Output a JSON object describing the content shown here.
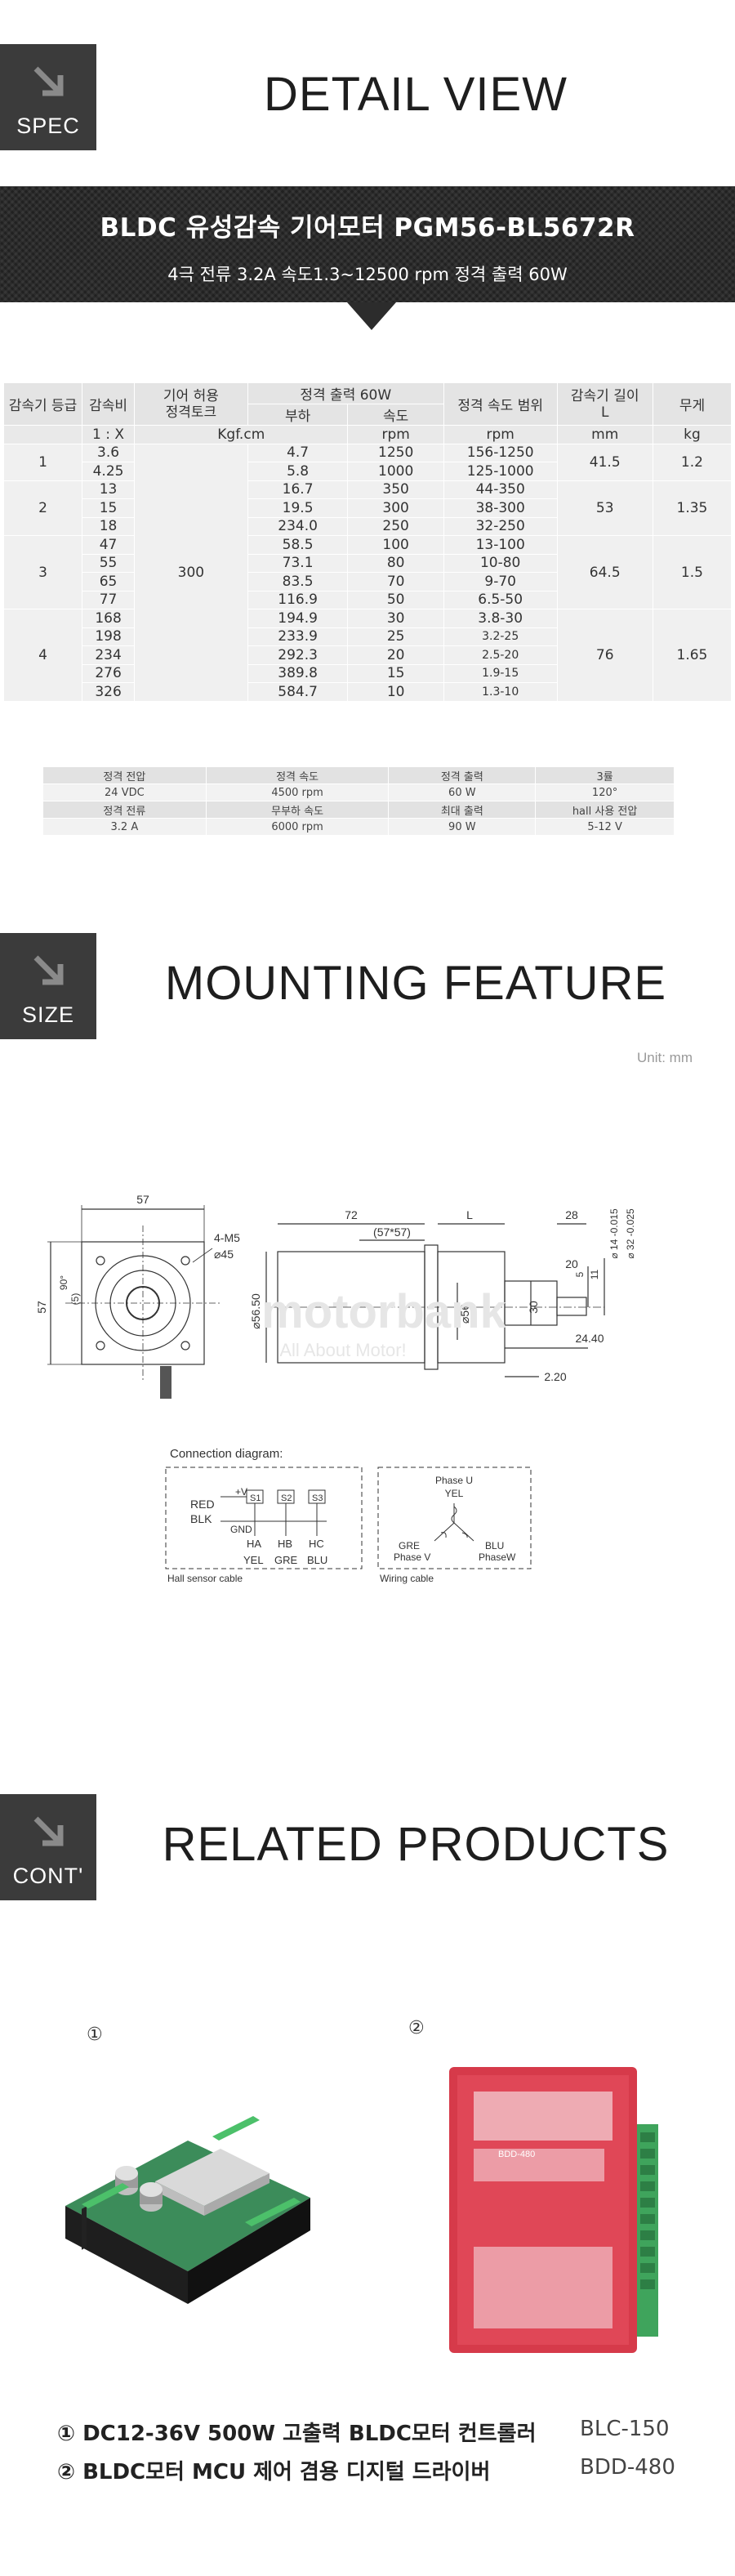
{
  "sections": {
    "spec": {
      "badge": "SPEC",
      "title": "DETAIL VIEW"
    },
    "size": {
      "badge": "SIZE",
      "title": "MOUNTING FEATURE"
    },
    "cont": {
      "badge": "CONT'",
      "title": "RELATED PRODUCTS"
    }
  },
  "banner": {
    "title": "BLDC  유성감속 기어모터 PGM56-BL5672R",
    "subtitle": "4극   전류 3.2A    속도1.3~12500 rpm  정격 출력 60W"
  },
  "spec_table": {
    "h_grade": "감속기 등급",
    "h_ratio": "감속비",
    "h_torque_line1": "기어 허용",
    "h_torque_line2": "정격토크",
    "h_rated": "정격 출력 60W",
    "h_load": "부하",
    "h_speed": "속도",
    "h_range": "정격 속도 범위",
    "h_length_line1": "감속기 길이",
    "h_length_line2": "L",
    "h_weight": "무게",
    "u_ratio": "1 : X",
    "u_torque": "Kgf.cm",
    "u_speed": "rpm",
    "u_range": "rpm",
    "u_length": "mm",
    "u_weight": "kg",
    "allowed_torque": "300",
    "groups": [
      {
        "grade": "1",
        "length": "41.5",
        "weight": "1.2",
        "rows": [
          {
            "ratio": "3.6",
            "load": "4.7",
            "speed": "1250",
            "range": "156-1250"
          },
          {
            "ratio": "4.25",
            "load": "5.8",
            "speed": "1000",
            "range": "125-1000"
          }
        ]
      },
      {
        "grade": "2",
        "length": "53",
        "weight": "1.35",
        "rows": [
          {
            "ratio": "13",
            "load": "16.7",
            "speed": "350",
            "range": "44-350"
          },
          {
            "ratio": "15",
            "load": "19.5",
            "speed": "300",
            "range": "38-300"
          },
          {
            "ratio": "18",
            "load": "234.0",
            "speed": "250",
            "range": "32-250"
          }
        ]
      },
      {
        "grade": "3",
        "length": "64.5",
        "weight": "1.5",
        "rows": [
          {
            "ratio": "47",
            "load": "58.5",
            "speed": "100",
            "range": "13-100"
          },
          {
            "ratio": "55",
            "load": "73.1",
            "speed": "80",
            "range": "10-80"
          },
          {
            "ratio": "65",
            "load": "83.5",
            "speed": "70",
            "range": "9-70"
          },
          {
            "ratio": "77",
            "load": "116.9",
            "speed": "50",
            "range": "6.5-50"
          }
        ]
      },
      {
        "grade": "4",
        "length": "76",
        "weight": "1.65",
        "rows": [
          {
            "ratio": "168",
            "load": "194.9",
            "speed": "30",
            "range": "3.8-30"
          },
          {
            "ratio": "198",
            "load": "233.9",
            "speed": "25",
            "range": "3.2-25"
          },
          {
            "ratio": "234",
            "load": "292.3",
            "speed": "20",
            "range": "2.5-20"
          },
          {
            "ratio": "276",
            "load": "389.8",
            "speed": "15",
            "range": "1.9-15"
          },
          {
            "ratio": "326",
            "load": "584.7",
            "speed": "10",
            "range": "1.3-10"
          }
        ]
      }
    ]
  },
  "rated_table": {
    "r1": [
      "정격 전압",
      "정격 속도",
      "정격 출력",
      "3률"
    ],
    "r2": [
      "24 VDC",
      "4500 rpm",
      "60 W",
      "120°"
    ],
    "r3": [
      "정격 전류",
      "무부하 속도",
      "최대 출력",
      "hall 사용 전압"
    ],
    "r4": [
      "3.2 A",
      "6000 rpm",
      "90 W",
      "5-12 V"
    ]
  },
  "unit_label": "Unit: mm",
  "drawing": {
    "d57": "57",
    "d57v": "57",
    "d90": "90°",
    "d5": "(5)",
    "m5": "4-M5",
    "phi45": "⌀45",
    "phi5650": "⌀56.50",
    "d72": "72",
    "dL": "L",
    "d28": "28",
    "d5757": "(57*57)",
    "d20": "20",
    "phi56": "⌀56",
    "d30": "30",
    "d5b": "5",
    "d11": "11",
    "phi14": "⌀ 14 -0.015",
    "phi32": "⌀ 32 -0.025",
    "d2440": "24.40",
    "d220": "2.20",
    "watermark": "motorbank",
    "watermark_sub": "All About Motor!",
    "conn_title": "Connection diagram:",
    "plus_v": "+V",
    "red": "RED",
    "blk": "BLK",
    "gnd": "GND",
    "s1": "S1",
    "s2": "S2",
    "s3": "S3",
    "ha": "HA",
    "hb": "HB",
    "hc": "HC",
    "yel": "YEL",
    "gre": "GRE",
    "blu": "BLU",
    "hall_cable": "Hall sensor cable",
    "phase_u": "Phase U",
    "phase_u_col": "YEL",
    "phase_v_col": "GRE",
    "phase_v": "Phase V",
    "phase_w_col": "BLU",
    "phase_w": "PhaseW",
    "wiring_cable": "Wiring cable"
  },
  "products": {
    "n1": "①",
    "n2": "②",
    "board_text": "BDD-480",
    "captions": [
      {
        "text": "① DC12-36V 500W 고출력 BLDC모터 컨트롤러",
        "model": "BLC-150"
      },
      {
        "text": "② BLDC모터 MCU 제어 겸용 디지털 드라이버",
        "model": "BDD-480"
      }
    ]
  },
  "colors": {
    "badge": "#3b3b3b",
    "banner": "#2c2c2c",
    "controller_body": "#d63a4a",
    "terminal": "#3fa45c",
    "pcb": "#3c8c5a"
  }
}
